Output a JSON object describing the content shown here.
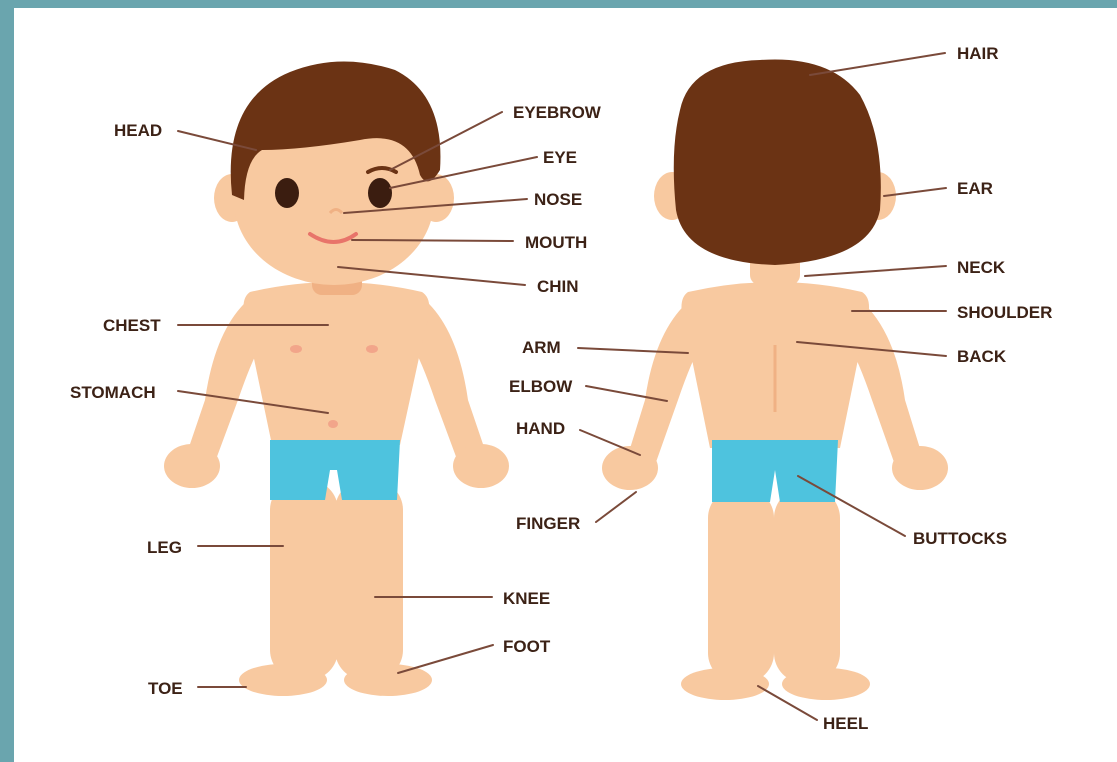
{
  "colors": {
    "background": "#6aa5ae",
    "card": "#ffffff",
    "skin": "#f8c9a0",
    "skin_shade": "#f0b184",
    "hair": "#6b3314",
    "shorts": "#4ec3de",
    "eye": "#3b1d10",
    "mouth": "#e8746a",
    "label_text": "#3c2216",
    "leader_line": "#7a4a3a"
  },
  "labels": {
    "hair": "HAIR",
    "head": "HEAD",
    "eyebrow": "EYEBROW",
    "eye": "EYE",
    "nose": "NOSE",
    "ear": "EAR",
    "mouth": "MOUTH",
    "chin": "CHIN",
    "neck": "NECK",
    "shoulder": "SHOULDER",
    "chest": "CHEST",
    "arm": "ARM",
    "back": "BACK",
    "elbow": "ELBOW",
    "stomach": "STOMACH",
    "hand": "HAND",
    "finger": "FINGER",
    "buttocks": "BUTTOCKS",
    "leg": "LEG",
    "knee": "KNEE",
    "foot": "FOOT",
    "toe": "TOE",
    "heel": "HEEL"
  }
}
